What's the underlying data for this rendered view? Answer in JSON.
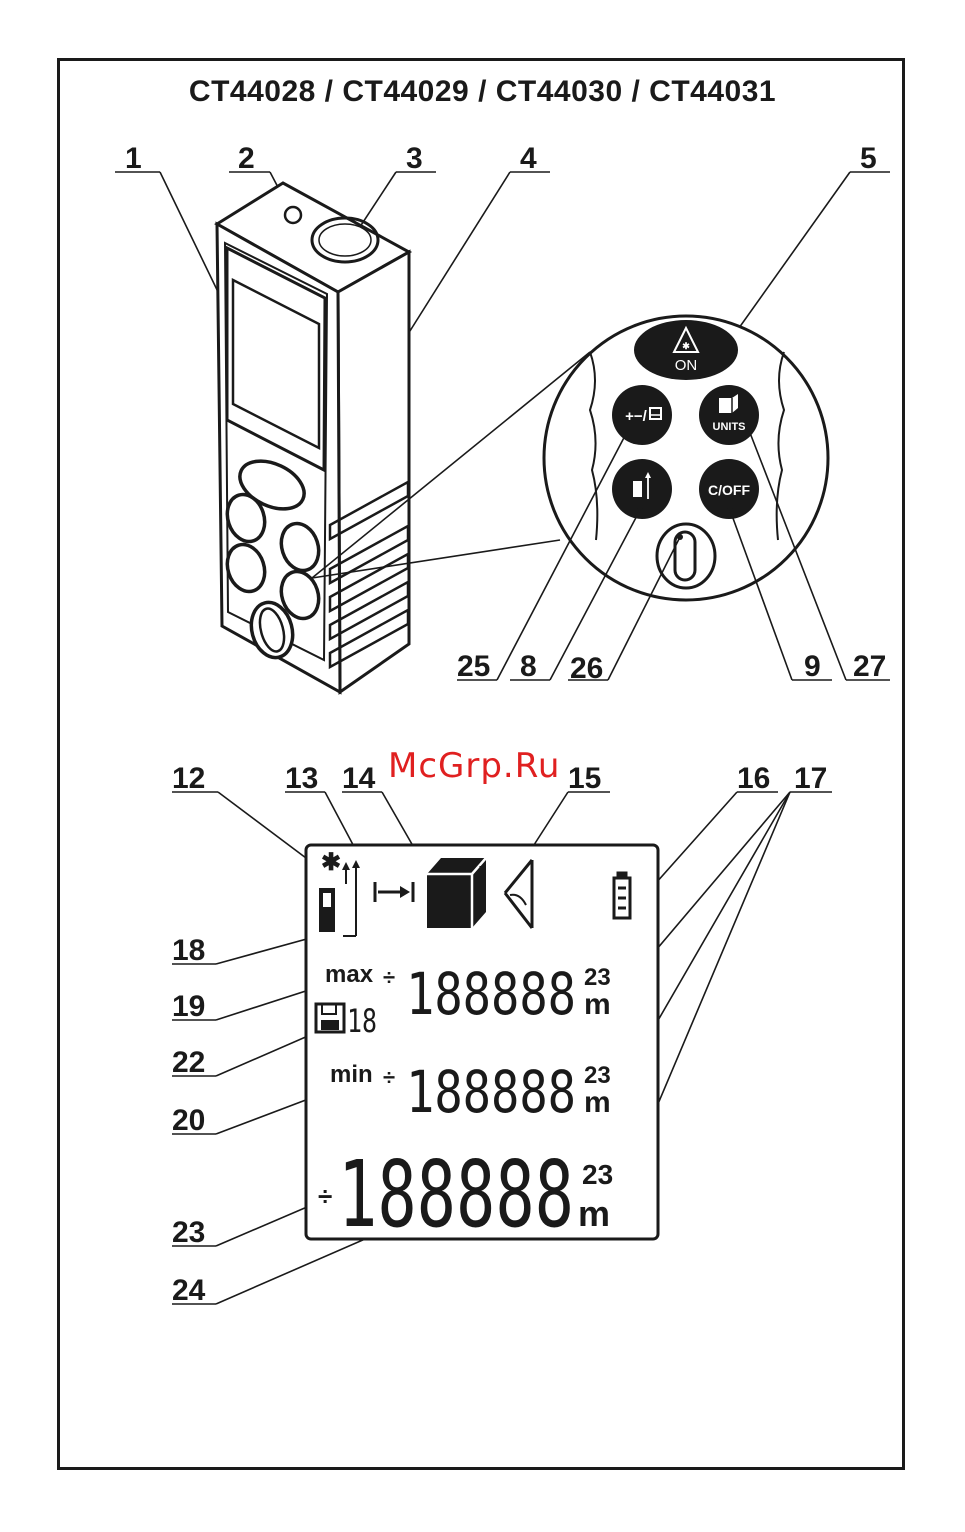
{
  "title": "CT44028 / CT44029 / CT44030 / CT44031",
  "watermark": "McGrp.Ru",
  "callouts": {
    "c1": "1",
    "c2": "2",
    "c3": "3",
    "c4": "4",
    "c5": "5",
    "c25": "25",
    "c8": "8",
    "c26": "26",
    "c9": "9",
    "c27": "27",
    "c12": "12",
    "c13": "13",
    "c14": "14",
    "c15": "15",
    "c16": "16",
    "c17": "17",
    "c18": "18",
    "c19": "19",
    "c22": "22",
    "c20": "20",
    "c23": "23",
    "c24": "24"
  },
  "buttons": {
    "on": "ON",
    "plus_minus": "+−/",
    "units": "UNITS",
    "c_off": "C/OFF"
  },
  "lcd": {
    "max_label": "max",
    "min_label": "min",
    "memory_index": "18",
    "row1_digits": "188888",
    "row2_digits": "188888",
    "row3_digits": "188888",
    "superscript": "23",
    "unit": "m"
  },
  "icons": {
    "laser": "laser-star-icon",
    "reference": "reference-point-icon",
    "distance": "distance-measure-icon",
    "volume": "volume-cube-icon",
    "angle": "pythagoras-angle-icon",
    "battery": "battery-icon",
    "memory": "memory-floppy-icon"
  }
}
